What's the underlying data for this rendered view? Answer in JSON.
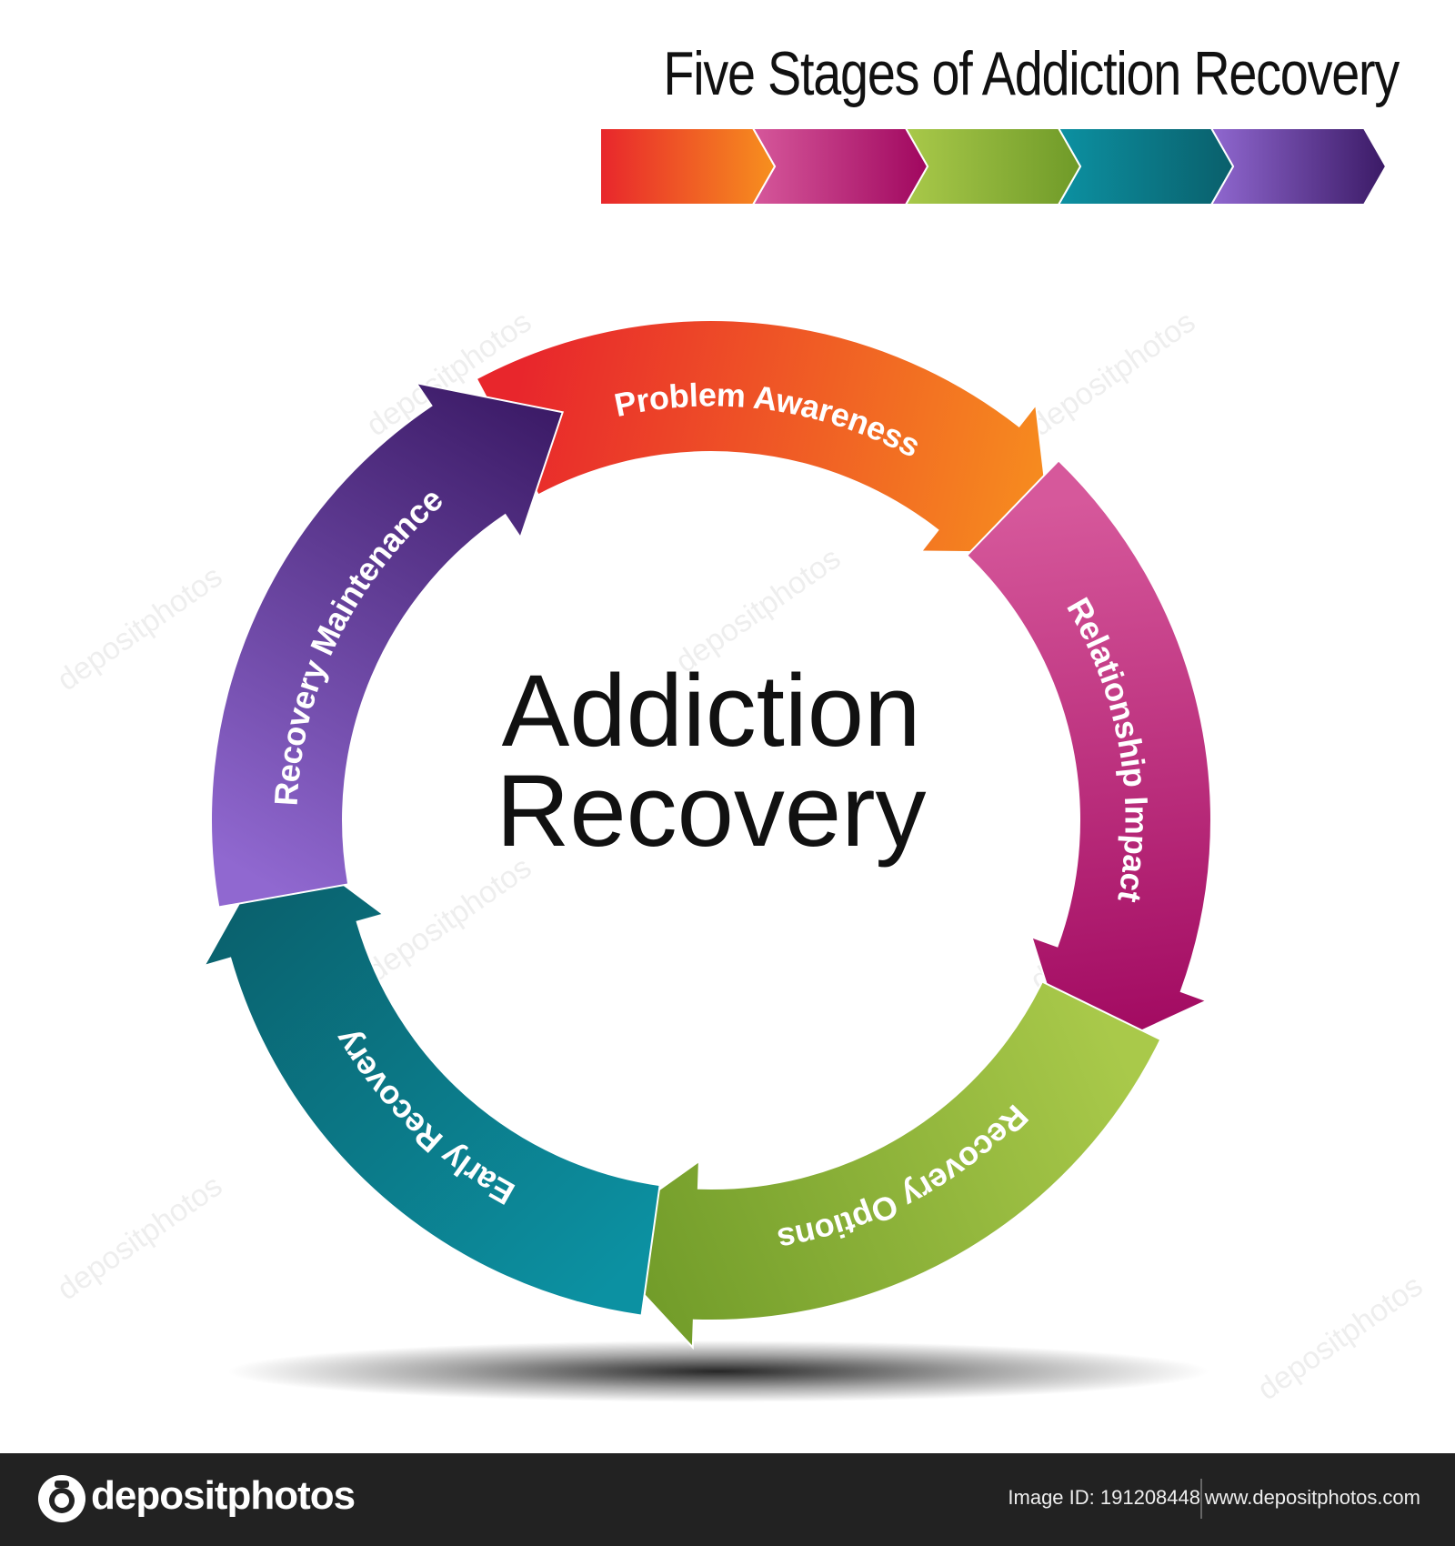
{
  "title": "Five Stages of Addiction Recovery",
  "center": {
    "line1": "Addiction",
    "line2": "Recovery"
  },
  "stages": [
    {
      "label": "Problem Awareness",
      "colors": [
        "#e8262c",
        "#f7901e"
      ]
    },
    {
      "label": "Relationship Impact",
      "colors": [
        "#d6589b",
        "#a0075f"
      ]
    },
    {
      "label": "Recovery Options",
      "colors": [
        "#a9c94a",
        "#6f9a28"
      ]
    },
    {
      "label": "Early Recovery",
      "colors": [
        "#0c91a2",
        "#0a5f6b"
      ]
    },
    {
      "label": "Recovery Maintenance",
      "colors": [
        "#9068d0",
        "#3b1a66"
      ]
    }
  ],
  "watermark": "depositphotos",
  "footer": {
    "brand": "depositphotos",
    "image_id": "Image ID: 191208448",
    "url": "www.depositphotos.com"
  }
}
